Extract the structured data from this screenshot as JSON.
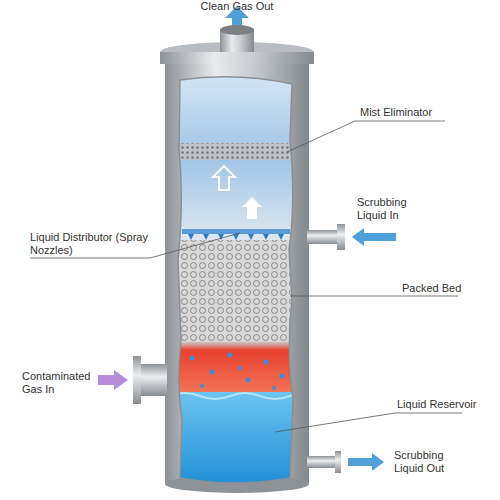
{
  "diagram": {
    "labels": [
      "Clean Gas Out",
      "Mist Eliminator",
      "Scrubbing Liquid In",
      "Liquid Distributor (Spray Nozzles)",
      "Packed Bed",
      "Contaminated Gas In",
      "Liquid Reservoir",
      "Scrubbing Liquid Out"
    ]
  }
}
